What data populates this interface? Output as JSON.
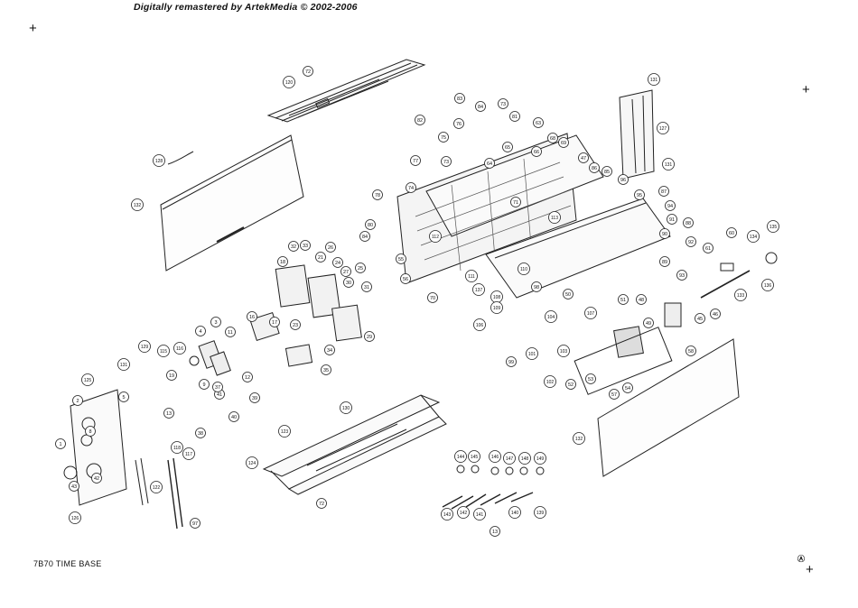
{
  "header": {
    "remaster_note": "Digitally remastered by ArtekMedia © 2002-2006"
  },
  "footer": {
    "title": "7B70 TIME BASE"
  },
  "reg_mark": "Ⓐ",
  "callouts": [
    {
      "id": "c-120",
      "label": "120"
    },
    {
      "id": "c-72a",
      "label": "72"
    },
    {
      "id": "c-128",
      "label": "128"
    },
    {
      "id": "c-132",
      "label": "132"
    },
    {
      "id": "c-82a",
      "label": "82"
    },
    {
      "id": "c-83",
      "label": "83"
    },
    {
      "id": "c-84",
      "label": "84"
    },
    {
      "id": "c-81",
      "label": "81"
    },
    {
      "id": "c-73",
      "label": "73"
    },
    {
      "id": "c-75",
      "label": "75"
    },
    {
      "id": "c-76",
      "label": "76"
    },
    {
      "id": "c-63",
      "label": "63"
    },
    {
      "id": "c-68",
      "label": "68"
    },
    {
      "id": "c-69",
      "label": "69"
    },
    {
      "id": "c-66",
      "label": "66"
    },
    {
      "id": "c-65",
      "label": "65"
    },
    {
      "id": "c-47",
      "label": "47"
    },
    {
      "id": "c-86",
      "label": "86"
    },
    {
      "id": "c-77",
      "label": "77"
    },
    {
      "id": "c-74",
      "label": "74"
    },
    {
      "id": "c-78",
      "label": "78"
    },
    {
      "id": "c-80",
      "label": "80"
    },
    {
      "id": "c-84b",
      "label": "84"
    },
    {
      "id": "c-55",
      "label": "55"
    },
    {
      "id": "c-56",
      "label": "56"
    },
    {
      "id": "c-113",
      "label": "113"
    },
    {
      "id": "c-112",
      "label": "112"
    },
    {
      "id": "c-111",
      "label": "111"
    },
    {
      "id": "c-71",
      "label": "71"
    },
    {
      "id": "c-73b",
      "label": "73"
    },
    {
      "id": "c-64",
      "label": "64"
    },
    {
      "id": "c-131a",
      "label": "131"
    },
    {
      "id": "c-127",
      "label": "127"
    },
    {
      "id": "c-131b",
      "label": "131"
    },
    {
      "id": "c-95",
      "label": "95"
    },
    {
      "id": "c-96",
      "label": "96"
    },
    {
      "id": "c-87",
      "label": "87"
    },
    {
      "id": "c-94",
      "label": "94"
    },
    {
      "id": "c-91",
      "label": "91"
    },
    {
      "id": "c-90",
      "label": "90"
    },
    {
      "id": "c-88",
      "label": "88"
    },
    {
      "id": "c-92",
      "label": "92"
    },
    {
      "id": "c-89",
      "label": "89"
    },
    {
      "id": "c-93",
      "label": "93"
    },
    {
      "id": "c-61",
      "label": "61"
    },
    {
      "id": "c-60",
      "label": "60"
    },
    {
      "id": "c-134",
      "label": "134"
    },
    {
      "id": "c-135",
      "label": "135"
    },
    {
      "id": "c-133",
      "label": "133"
    },
    {
      "id": "c-136",
      "label": "136"
    },
    {
      "id": "c-70",
      "label": "70"
    },
    {
      "id": "c-137",
      "label": "137"
    },
    {
      "id": "c-108",
      "label": "108"
    },
    {
      "id": "c-109",
      "label": "109"
    },
    {
      "id": "c-110",
      "label": "110"
    },
    {
      "id": "c-98",
      "label": "98"
    },
    {
      "id": "c-50",
      "label": "50"
    },
    {
      "id": "c-51",
      "label": "51"
    },
    {
      "id": "c-48",
      "label": "48"
    },
    {
      "id": "c-49",
      "label": "49"
    },
    {
      "id": "c-46",
      "label": "46"
    },
    {
      "id": "c-45",
      "label": "45"
    },
    {
      "id": "c-58",
      "label": "58"
    },
    {
      "id": "c-106",
      "label": "106"
    },
    {
      "id": "c-99",
      "label": "99"
    },
    {
      "id": "c-101",
      "label": "101"
    },
    {
      "id": "c-104",
      "label": "104"
    },
    {
      "id": "c-107",
      "label": "107"
    },
    {
      "id": "c-103",
      "label": "103"
    },
    {
      "id": "c-102",
      "label": "102"
    },
    {
      "id": "c-52",
      "label": "52"
    },
    {
      "id": "c-53",
      "label": "53"
    },
    {
      "id": "c-54",
      "label": "54"
    },
    {
      "id": "c-57",
      "label": "57"
    },
    {
      "id": "c-85",
      "label": "85"
    },
    {
      "id": "c-32",
      "label": "32"
    },
    {
      "id": "c-33",
      "label": "33"
    },
    {
      "id": "c-26",
      "label": "26"
    },
    {
      "id": "c-18",
      "label": "18"
    },
    {
      "id": "c-21",
      "label": "21"
    },
    {
      "id": "c-24",
      "label": "24"
    },
    {
      "id": "c-25",
      "label": "25"
    },
    {
      "id": "c-27",
      "label": "27"
    },
    {
      "id": "c-30",
      "label": "30"
    },
    {
      "id": "c-31",
      "label": "31"
    },
    {
      "id": "c-29",
      "label": "29"
    },
    {
      "id": "c-16",
      "label": "16"
    },
    {
      "id": "c-17",
      "label": "17"
    },
    {
      "id": "c-23",
      "label": "23"
    },
    {
      "id": "c-34",
      "label": "34"
    },
    {
      "id": "c-35",
      "label": "35"
    },
    {
      "id": "c-4",
      "label": "4"
    },
    {
      "id": "c-3",
      "label": "3"
    },
    {
      "id": "c-11",
      "label": "11"
    },
    {
      "id": "c-12",
      "label": "12"
    },
    {
      "id": "c-129",
      "label": "129"
    },
    {
      "id": "c-115",
      "label": "115"
    },
    {
      "id": "c-116",
      "label": "116"
    },
    {
      "id": "c-131c",
      "label": "131"
    },
    {
      "id": "c-125",
      "label": "125"
    },
    {
      "id": "c-5",
      "label": "5"
    },
    {
      "id": "c-2",
      "label": "2"
    },
    {
      "id": "c-1",
      "label": "1"
    },
    {
      "id": "c-19",
      "label": "19"
    },
    {
      "id": "c-9",
      "label": "9"
    },
    {
      "id": "c-39",
      "label": "39"
    },
    {
      "id": "c-40",
      "label": "40"
    },
    {
      "id": "c-41",
      "label": "41"
    },
    {
      "id": "c-37",
      "label": "37"
    },
    {
      "id": "c-38",
      "label": "38"
    },
    {
      "id": "c-13",
      "label": "13"
    },
    {
      "id": "c-118",
      "label": "118"
    },
    {
      "id": "c-117",
      "label": "117"
    },
    {
      "id": "c-122",
      "label": "122"
    },
    {
      "id": "c-97",
      "label": "97"
    },
    {
      "id": "c-42",
      "label": "42"
    },
    {
      "id": "c-43",
      "label": "43"
    },
    {
      "id": "c-8",
      "label": "8"
    },
    {
      "id": "c-124",
      "label": "124"
    },
    {
      "id": "c-130",
      "label": "130"
    },
    {
      "id": "c-123",
      "label": "123"
    },
    {
      "id": "c-72b",
      "label": "72"
    },
    {
      "id": "c-144",
      "label": "144"
    },
    {
      "id": "c-145",
      "label": "145"
    },
    {
      "id": "c-146",
      "label": "146"
    },
    {
      "id": "c-147",
      "label": "147"
    },
    {
      "id": "c-148",
      "label": "148"
    },
    {
      "id": "c-149",
      "label": "149"
    },
    {
      "id": "c-143",
      "label": "143"
    },
    {
      "id": "c-142",
      "label": "142"
    },
    {
      "id": "c-141",
      "label": "141"
    },
    {
      "id": "c-140",
      "label": "140"
    },
    {
      "id": "c-139",
      "label": "139"
    },
    {
      "id": "c-13b",
      "label": "13"
    },
    {
      "id": "c-132b",
      "label": "132"
    },
    {
      "id": "c-126",
      "label": "126"
    }
  ]
}
